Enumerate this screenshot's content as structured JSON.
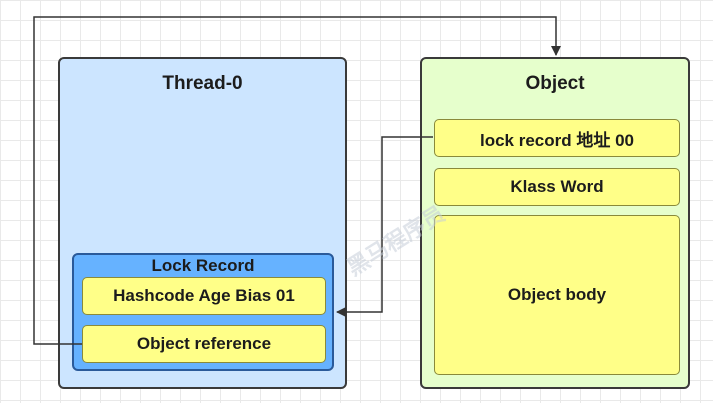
{
  "thread": {
    "title": "Thread-0",
    "lock_record": {
      "title": "Lock Record",
      "fields": [
        "Hashcode Age Bias 01",
        "Object reference"
      ]
    }
  },
  "object": {
    "title": "Object",
    "fields": [
      "lock record 地址 00",
      "Klass Word",
      "Object body"
    ]
  },
  "watermark": "黑马程序员",
  "colors": {
    "thread_fill": "#cce5ff",
    "object_fill": "#e6ffcc",
    "lock_record_fill": "#66b2ff",
    "field_fill": "#ffff88"
  }
}
